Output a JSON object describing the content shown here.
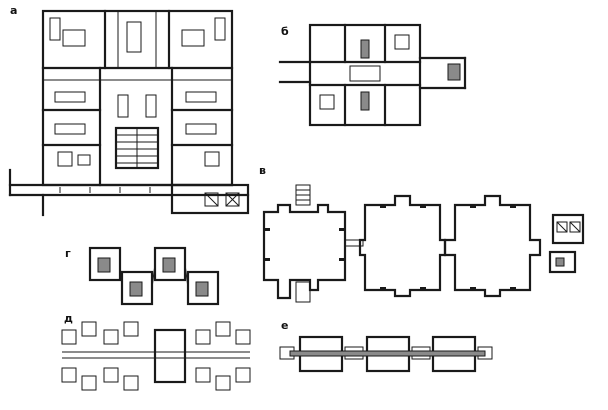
{
  "labels": {
    "a": "а",
    "b": "б",
    "v": "в",
    "g": "г",
    "d": "д",
    "e": "е"
  },
  "colors": {
    "ink": "#1a1a1a",
    "hatch": "#8a8a8a",
    "paper": "#ffffff"
  }
}
